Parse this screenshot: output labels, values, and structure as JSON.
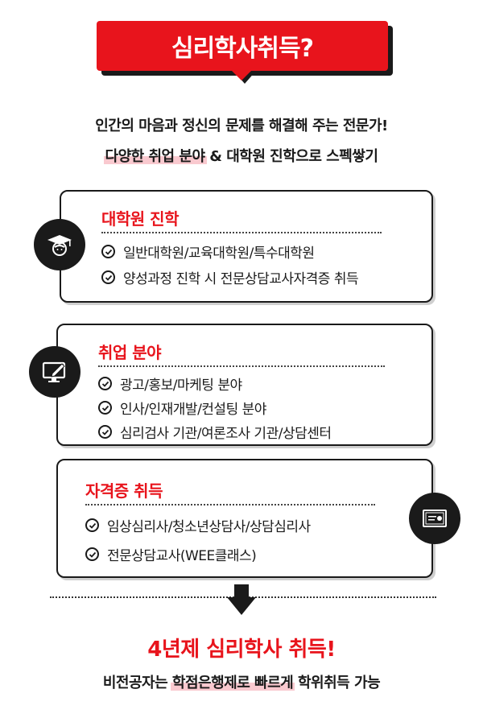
{
  "banner": {
    "title": "심리학사취득?"
  },
  "intro": {
    "line1": "인간의 마음과 정신의 문제를 해결해 주는 전문가!",
    "line2_highlight": "다양한 취업 분야",
    "line2_rest": " & 대학원 진학으로 스펙쌓기"
  },
  "cards": [
    {
      "title": "대학원 진학",
      "icon": "graduate-icon",
      "items": [
        "일반대학원/교육대학원/특수대학원",
        "양성과정 진학 시 전문상담교사자격증 취득"
      ]
    },
    {
      "title": "취업 분야",
      "icon": "monitor-pen-icon",
      "items": [
        "광고/홍보/마케팅 분야",
        "인사/인재개발/컨설팅 분야",
        "심리검사 기관/여론조사 기관/상담센터"
      ]
    },
    {
      "title": "자격증 취득",
      "icon": "certificate-icon",
      "items": [
        "임상심리사/청소년상담사/상담심리사",
        "전문상담교사(WEE클래스)"
      ]
    }
  ],
  "conclusion": {
    "title": "4년제 심리학사 취득!",
    "sub_prefix": "비전공자는 ",
    "sub_highlight": "학점은행제로 빠르게",
    "sub_suffix": " 학위취득 가능"
  },
  "colors": {
    "accent": "#e8141c",
    "dark": "#1a1a1a",
    "highlight": "#f9c9cf"
  }
}
